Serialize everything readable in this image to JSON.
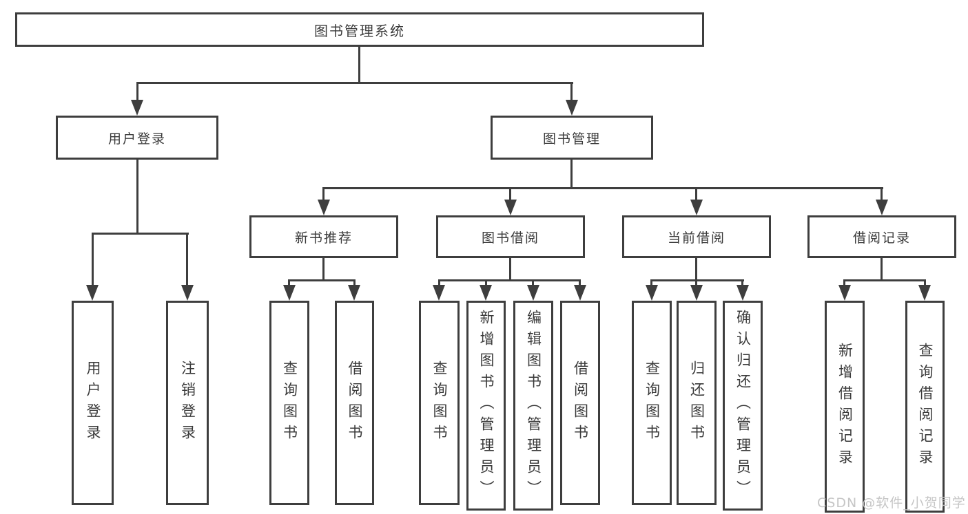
{
  "diagram": {
    "root": {
      "label": "图书管理系统"
    },
    "user_login": {
      "label": "用户登录",
      "children": [
        {
          "label": "用户登录"
        },
        {
          "label": "注销登录"
        }
      ]
    },
    "book_management": {
      "label": "图书管理",
      "groups": [
        {
          "label": "新书推荐",
          "children": [
            {
              "label": "查询图书"
            },
            {
              "label": "借阅图书"
            }
          ]
        },
        {
          "label": "图书借阅",
          "children": [
            {
              "label": "查询图书"
            },
            {
              "label": "新增图书（管理员）"
            },
            {
              "label": "编辑图书（管理员）"
            },
            {
              "label": "借阅图书"
            }
          ]
        },
        {
          "label": "当前借阅",
          "children": [
            {
              "label": "查询图书"
            },
            {
              "label": "归还图书"
            },
            {
              "label": "确认归还（管理员）"
            }
          ]
        },
        {
          "label": "借阅记录",
          "children": [
            {
              "label": "新增借阅记录"
            },
            {
              "label": "查询借阅记录"
            }
          ]
        }
      ]
    },
    "watermark": {
      "label": "CSDN @软件_小贺同学"
    },
    "colors": {
      "line": "#3e3e3e",
      "text": "#3a3a3a",
      "watermark": "#c6c6c6",
      "background": "#ffffff"
    }
  }
}
